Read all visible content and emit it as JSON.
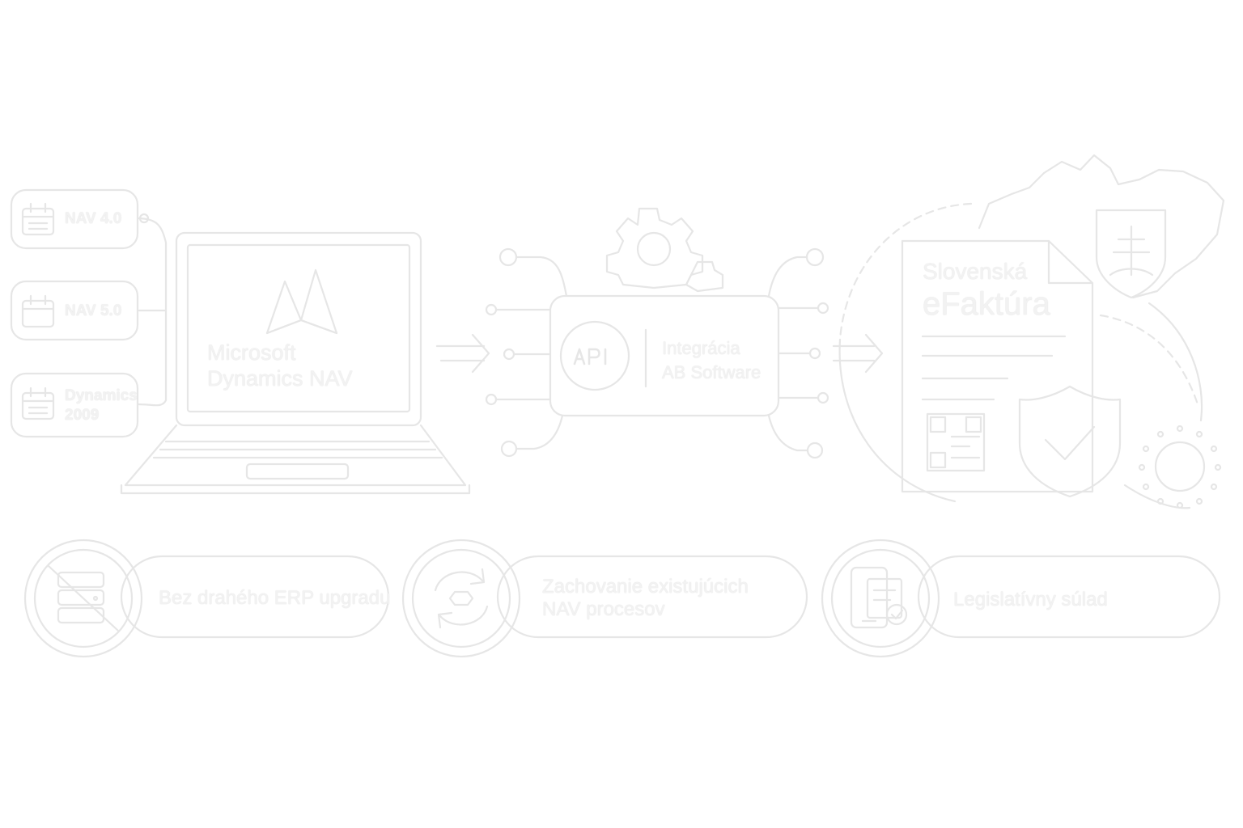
{
  "versions": [
    {
      "label": "NAV 4.0"
    },
    {
      "label": "NAV 5.0"
    },
    {
      "label_line1": "Dynamics",
      "label_line2": "2009"
    }
  ],
  "laptop": {
    "line1": "Microsoft",
    "line2": "Dynamics NAV"
  },
  "integration": {
    "line1": "Integrácia",
    "line2": "AB Software"
  },
  "document": {
    "line1": "Slovenská",
    "line2": "eFaktúra"
  },
  "benefits": [
    {
      "line1": "Bez drahého ERP upgradu"
    },
    {
      "line1": "Zachovanie existujúcich",
      "line2": "NAV procesov"
    },
    {
      "line1": "Legislatívny súlad"
    }
  ],
  "colors": {
    "outline": "#e6e6e6",
    "background": "#ffffff"
  },
  "icons": [
    "calendar-icon",
    "microsoft-dynamics-logo-icon",
    "gear-icon",
    "api-icon",
    "slovakia-map-icon",
    "coat-of-arms-icon",
    "qr-code-icon",
    "shield-check-icon",
    "eu-stars-icon",
    "server-icon",
    "sync-icon",
    "mobile-document-icon"
  ]
}
